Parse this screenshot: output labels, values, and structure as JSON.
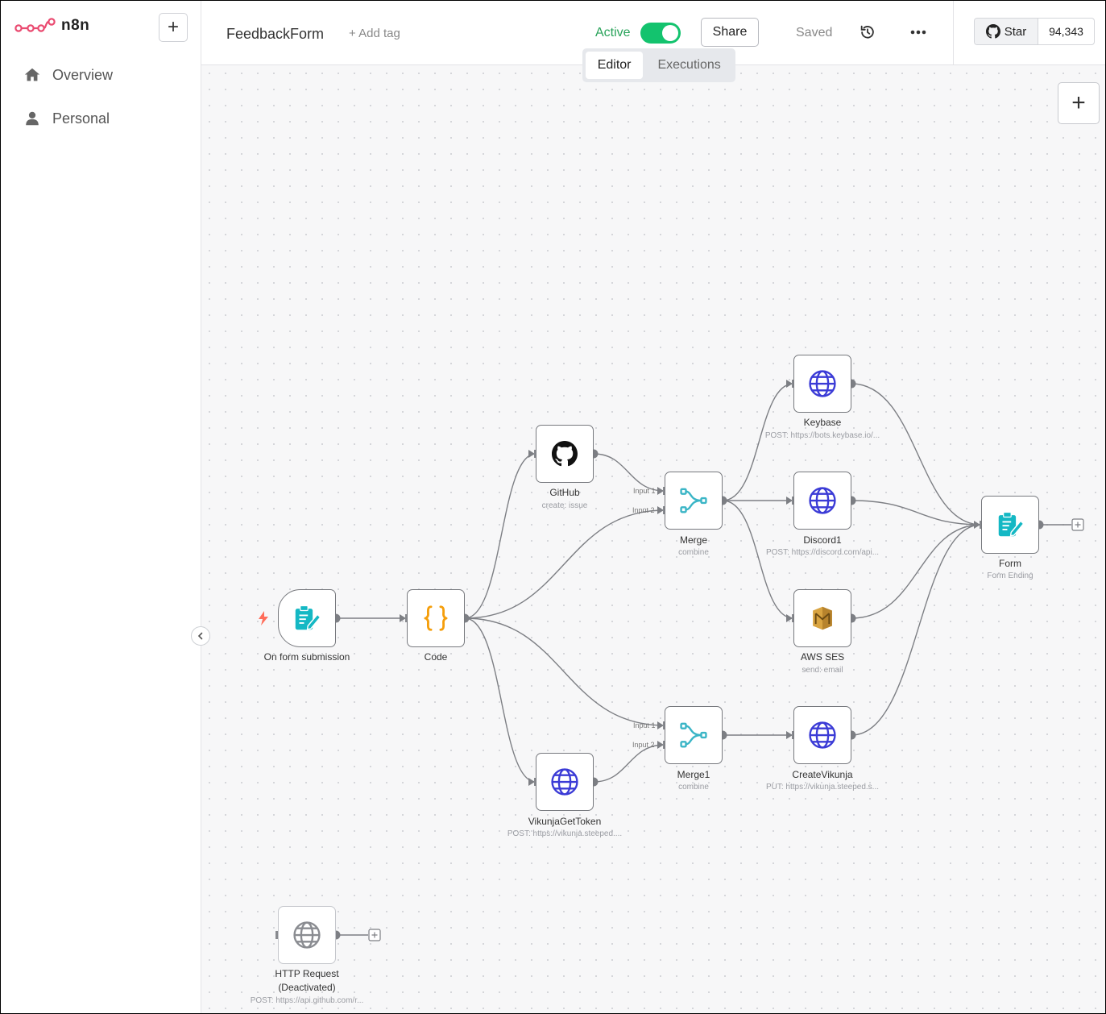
{
  "sidebar": {
    "brand": "n8n",
    "items": [
      {
        "label": "Overview",
        "icon": "home-icon"
      },
      {
        "label": "Personal",
        "icon": "user-icon"
      }
    ]
  },
  "header": {
    "workflow_name": "FeedbackForm",
    "add_tag": "+ Add tag",
    "active_label": "Active",
    "active": true,
    "share_label": "Share",
    "saved_label": "Saved",
    "github": {
      "star_label": "Star",
      "count": "94,343"
    }
  },
  "tabs": {
    "editor": "Editor",
    "executions": "Executions",
    "selected": "Editor"
  },
  "colors": {
    "active_green": "#13c36e",
    "brand": "#ea4b71",
    "http_blue": "#3b3bd6",
    "code_orange": "#f59e0b",
    "form_teal": "#14b8c4"
  },
  "nodes": {
    "form_trigger": {
      "name": "On form submission",
      "sub": ""
    },
    "code": {
      "name": "Code",
      "sub": ""
    },
    "github": {
      "name": "GitHub",
      "sub": "create: issue"
    },
    "merge": {
      "name": "Merge",
      "sub": "combine",
      "inputs": [
        "Input 1",
        "Input 2"
      ]
    },
    "keybase": {
      "name": "Keybase",
      "sub": "POST: https://bots.keybase.io/..."
    },
    "discord": {
      "name": "Discord1",
      "sub": "POST: https://discord.com/api..."
    },
    "aws_ses": {
      "name": "AWS SES",
      "sub": "send: email"
    },
    "form": {
      "name": "Form",
      "sub": "Form Ending"
    },
    "merge1": {
      "name": "Merge1",
      "sub": "combine",
      "inputs": [
        "Input 1",
        "Input 2"
      ]
    },
    "create_vikunja": {
      "name": "CreateVikunja",
      "sub": "PUT: https://vikunja.steeped.s..."
    },
    "vikunja_token": {
      "name": "VikunjaGetToken",
      "sub": "POST: https://vikunja.steeped...."
    },
    "http_request": {
      "name_line1": "HTTP Request",
      "name_line2": "(Deactivated)",
      "sub": "POST: https://api.github.com/r...",
      "disabled": true
    }
  }
}
